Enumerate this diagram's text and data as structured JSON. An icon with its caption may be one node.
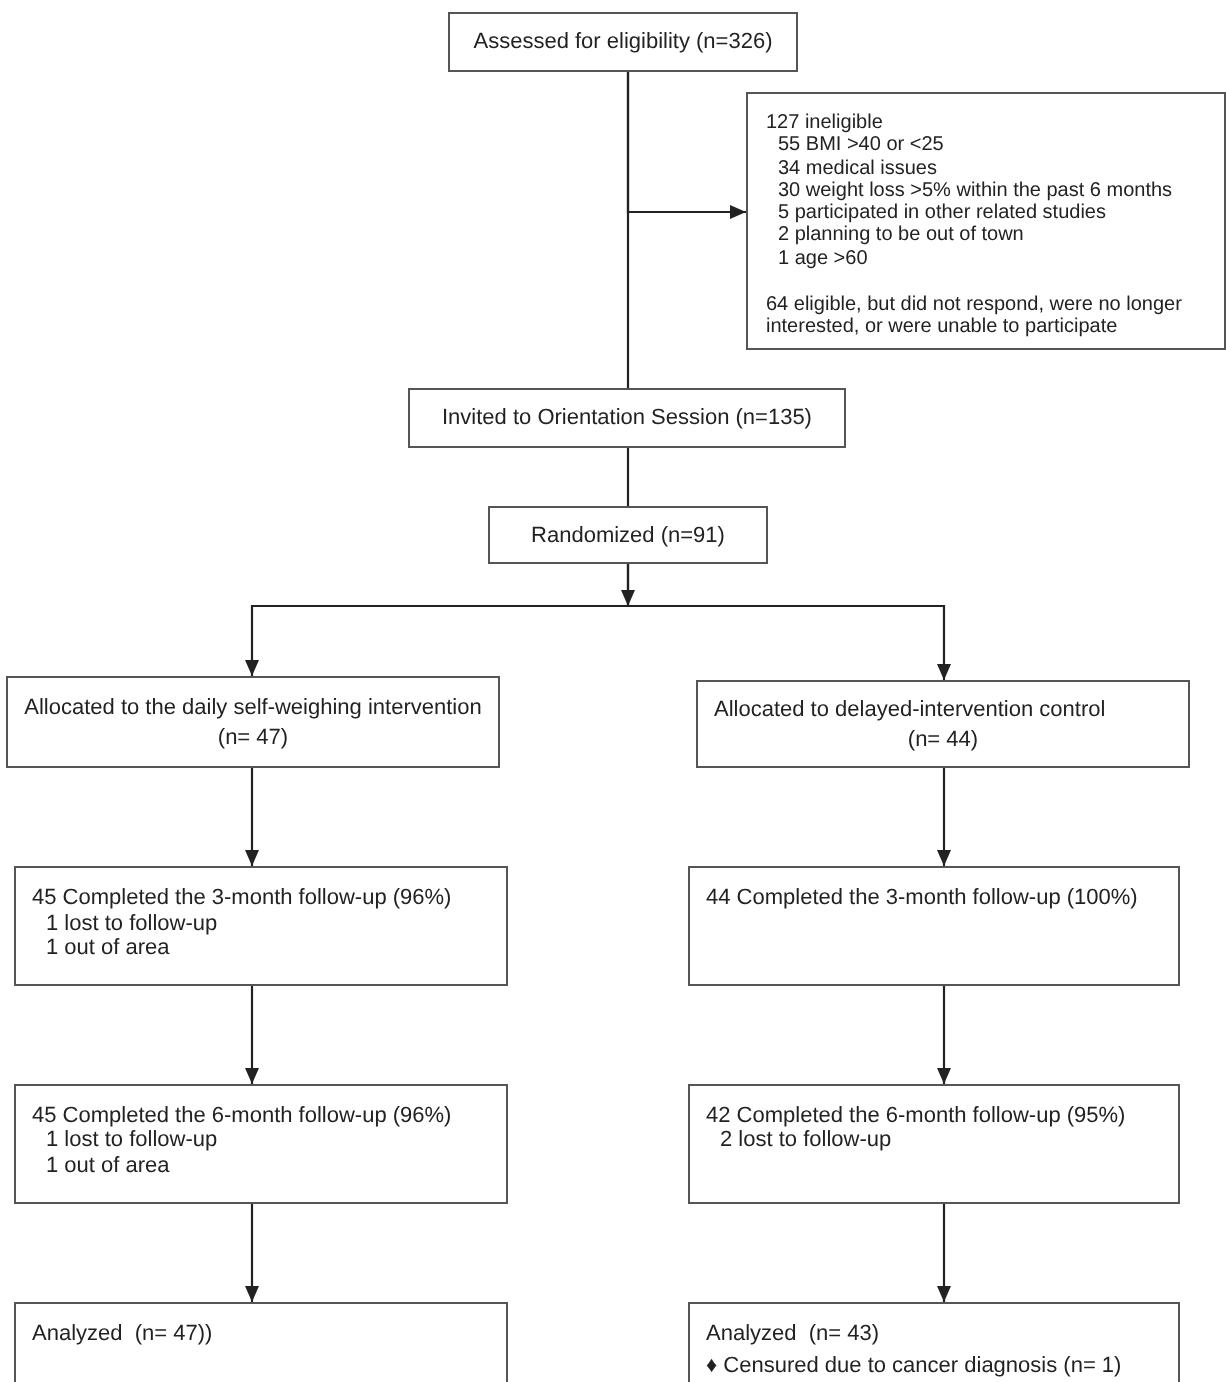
{
  "diagram": {
    "nodes": [
      {
        "text": [
          "Assessed for eligibility (n=326)"
        ]
      },
      {
        "text": [
          "127 ineligible",
          "55 BMI >40 or <25",
          "34 medical issues",
          "30 weight loss >5% within the past 6 months",
          "5 participated in other related studies",
          "2 planning to be out of town",
          "1 age >60",
          "64 eligible, but did not respond, were no longer interested, or were unable to participate"
        ]
      },
      {
        "text": [
          "Invited to Orientation Session (n=135)"
        ]
      },
      {
        "text": [
          "Randomized (n=91)"
        ]
      },
      {
        "text": [
          "Allocated to the daily self-weighing intervention",
          "(n= 47)"
        ]
      },
      {
        "text": [
          "Allocated to delayed-intervention control",
          "(n= 44)"
        ]
      },
      {
        "text": [
          "45 Completed the 3-month follow-up (96%)",
          "1 lost to follow-up",
          "1 out of area"
        ]
      },
      {
        "text": [
          "44 Completed the 3-month follow-up (100%)"
        ]
      },
      {
        "text": [
          "45 Completed the 6-month follow-up (96%)",
          "1 lost to follow-up",
          "1 out of area"
        ]
      },
      {
        "text": [
          "42 Completed the 6-month follow-up (95%)",
          "2 lost to follow-up"
        ]
      },
      {
        "text": [
          "Analyzed  (n= 47))"
        ]
      },
      {
        "text": [
          "Analyzed  (n= 43)",
          "♦ Censured due to cancer diagnosis (n= 1)"
        ]
      }
    ],
    "edges": [
      {
        "from": 0,
        "to": 2,
        "arrow": "none"
      },
      {
        "from": 0,
        "to": 1,
        "arrow": "to"
      },
      {
        "from": 2,
        "to": 3,
        "arrow": "none"
      },
      {
        "from": 3,
        "to": 4,
        "arrow": "to"
      },
      {
        "from": 3,
        "to": 5,
        "arrow": "to"
      },
      {
        "from": 4,
        "to": 6,
        "arrow": "to"
      },
      {
        "from": 5,
        "to": 7,
        "arrow": "to"
      },
      {
        "from": 6,
        "to": 8,
        "arrow": "to"
      },
      {
        "from": 7,
        "to": 9,
        "arrow": "to"
      },
      {
        "from": 8,
        "to": 10,
        "arrow": "to"
      },
      {
        "from": 9,
        "to": 11,
        "arrow": "to"
      }
    ]
  }
}
